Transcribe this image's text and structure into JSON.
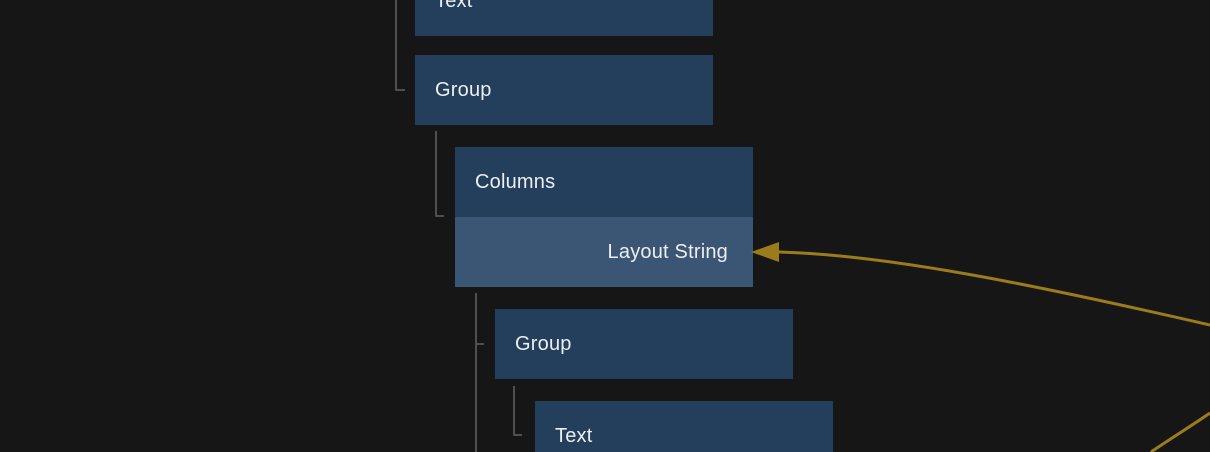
{
  "app": {
    "view": "node-tree-canvas"
  },
  "colors": {
    "background": "#161616",
    "node_fill": "#233f5b",
    "node_highlight_fill": "#3b5574",
    "node_text": "#eceef0",
    "tree_line": "#4f4f4f",
    "wire": "#9c7b1d"
  },
  "nodes": [
    {
      "label": "Text",
      "type": "layer",
      "clipped": "top edge of viewport"
    },
    {
      "label": "Group",
      "type": "layer"
    },
    {
      "label": "Columns",
      "type": "layer"
    },
    {
      "label": "Layout String",
      "type": "output-port",
      "highlighted": true,
      "incoming_wire": true
    },
    {
      "label": "Group",
      "type": "layer"
    },
    {
      "label": "Text",
      "type": "layer",
      "clipped": "bottom edge of viewport"
    }
  ],
  "wires": [
    {
      "target": "Layout String output port",
      "direction": "arrow points left into port",
      "exits": "right edge of viewport"
    },
    {
      "target": "off-screen bottom right",
      "direction": "diagonal",
      "exits": "bottom-right corner"
    }
  ]
}
